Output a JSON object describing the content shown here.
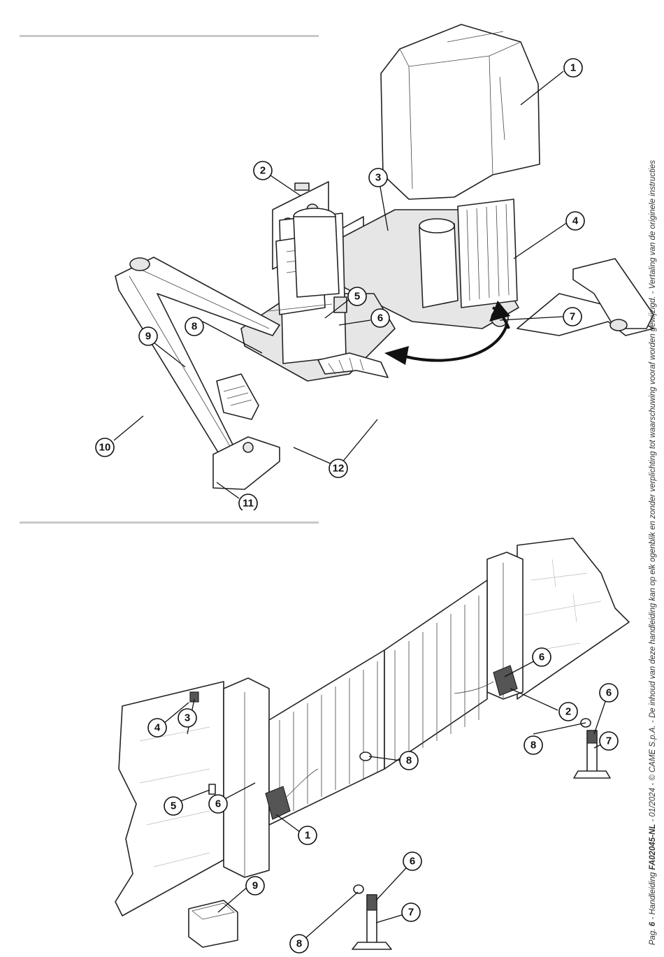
{
  "footer": {
    "page_label": "Pag.",
    "page_number": "6",
    "manual_label": "- Handleiding",
    "doc_code": "FA02045-NL",
    "rest": "- 01/2024 - © CAME S.p.A. - De inhoud van deze handleiding kan op elk ogenblik en zonder verplichting tot waarschuwing vooraf worden gewijzigd. - Vertaling van de originele instructies"
  },
  "figure_top": {
    "callouts": [
      "1",
      "2",
      "3",
      "4",
      "5",
      "6",
      "7",
      "8",
      "9",
      "10",
      "11",
      "12"
    ]
  },
  "figure_bottom": {
    "callouts": [
      "1",
      "2",
      "3",
      "4",
      "5",
      "6",
      "6",
      "6",
      "6",
      "7",
      "7",
      "8",
      "8",
      "8",
      "9"
    ]
  }
}
